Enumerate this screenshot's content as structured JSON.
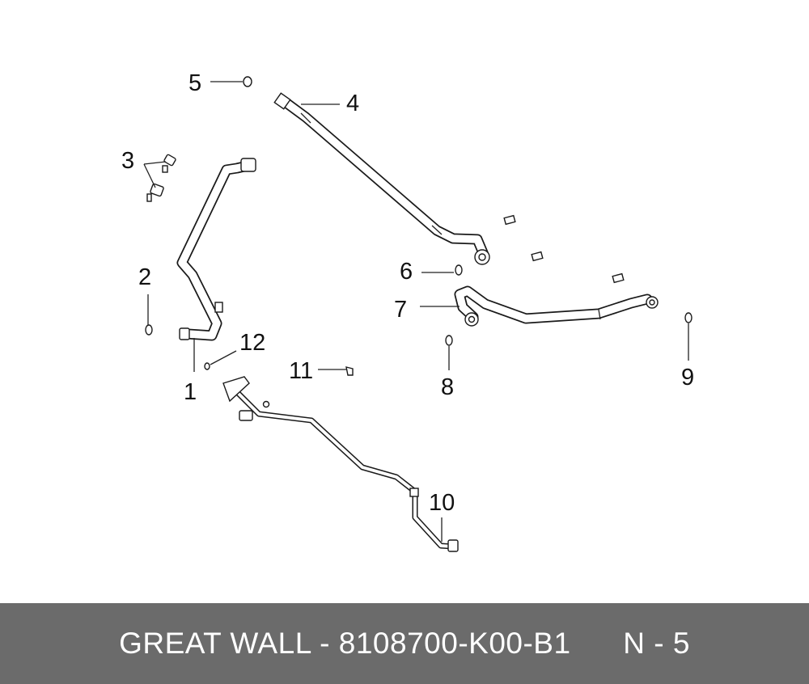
{
  "callouts": {
    "c1": "1",
    "c2": "2",
    "c3": "3",
    "c4": "4",
    "c5": "5",
    "c6": "6",
    "c7": "7",
    "c8": "8",
    "c9": "9",
    "c10": "10",
    "c11": "11",
    "c12": "12"
  },
  "footer": {
    "part_text": "GREAT WALL - 8108700-K00-B1",
    "page_text": "N - 5"
  }
}
